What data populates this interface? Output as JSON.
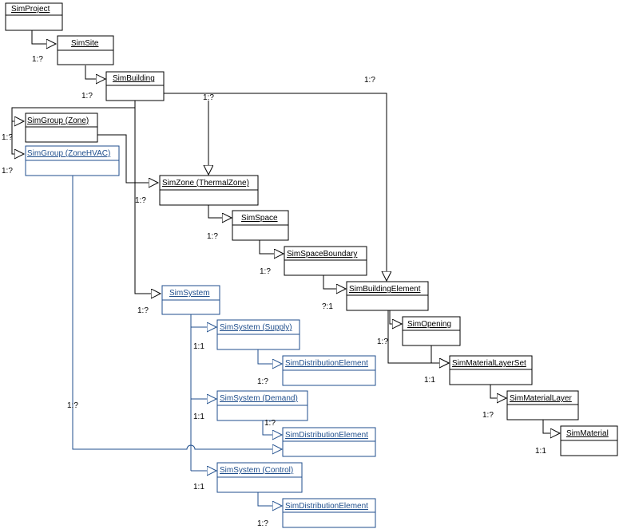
{
  "colors": {
    "black": "#000000",
    "blue": "#1f4e8c"
  },
  "classes": {
    "simproject": "SimProject",
    "simsite": "SimSite",
    "simbuilding": "SimBuilding",
    "group_zone": "SimGroup (Zone)",
    "group_zonehvac": "SimGroup (ZoneHVAC)",
    "zone_thermal": "SimZone (ThermalZone)",
    "simspace": "SimSpace",
    "space_boundary": "SimSpaceBoundary",
    "building_element": "SimBuildingElement",
    "simsystem": "SimSystem",
    "sys_supply": "SimSystem (Supply)",
    "dist_1": "SimDistributionElement",
    "sys_demand": "SimSystem (Demand)",
    "dist_2": "SimDistributionElement",
    "sys_control": "SimSystem (Control)",
    "dist_3": "SimDistributionElement",
    "simopening": "SimOpening",
    "material_layer_set": "SimMaterialLayerSet",
    "material_layer": "SimMaterialLayer",
    "simmaterial": "SimMaterial"
  },
  "multiplicities": {
    "site": "1:?",
    "building": "1:?",
    "building_element_top": "1:?",
    "zone_top": "1:?",
    "group_zone": "1:?",
    "group_zonehvac": "1:?",
    "thermal_zone": "1:?",
    "space": "1:?",
    "space_boundary": "1:?",
    "building_element": "?:1",
    "system": "1:?",
    "supply": "1:1",
    "dist_1": "1:?",
    "hvac_link": "1:?",
    "demand": "1:1",
    "dist_2": "1:?",
    "control": "1:1",
    "dist_3": "1:?",
    "opening": "1:?",
    "layer_set": "1:1",
    "layer": "1:?",
    "material": "1:1"
  }
}
